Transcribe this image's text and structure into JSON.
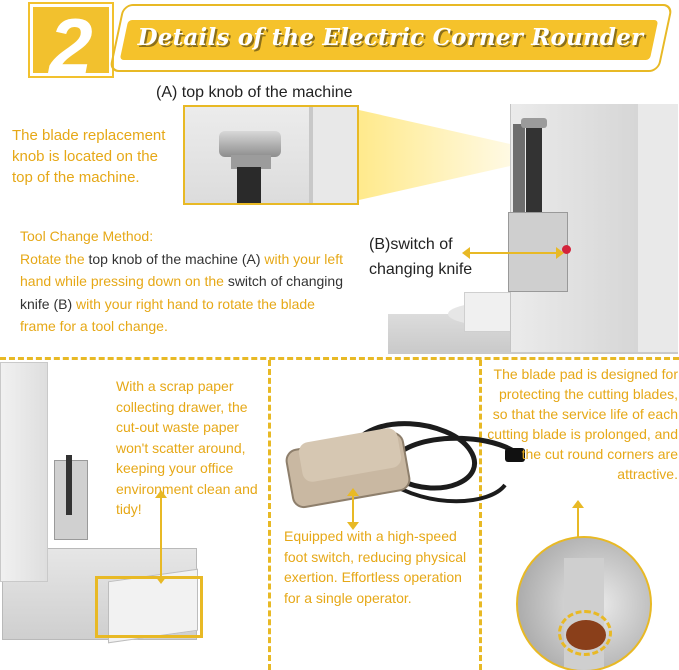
{
  "header": {
    "step_number": "2",
    "title": "Details of the Electric Corner Rounder"
  },
  "section_a": {
    "caption": "(A) top knob of the machine",
    "description": "The blade replacement knob is located on the top of the machine."
  },
  "tool_change": {
    "heading": "Tool Change Method:",
    "seg1": "Rotate the ",
    "seg2": "top knob of the machine (A)",
    "seg3": " with your left hand while pressing down on the ",
    "seg4": "switch of changing knife (B)",
    "seg5": " with your right hand to rotate the blade frame for a tool change."
  },
  "section_b": {
    "caption": "(B)switch of changing knife"
  },
  "drawer": {
    "text": "With a scrap paper collecting drawer, the cut-out waste paper won't scatter around, keeping your office environment clean and tidy!"
  },
  "foot_switch": {
    "text": "Equipped with a high-speed foot switch, reducing physical exertion. Effortless operation for a single operator."
  },
  "blade_pad": {
    "text": "The blade pad is designed for protecting the cutting blades, so that the service life of each cutting blade is prolonged, and the cut round corners are attractive."
  },
  "colors": {
    "accent": "#e8b925",
    "text_accent": "#e6a817",
    "text_dark": "#333333"
  }
}
